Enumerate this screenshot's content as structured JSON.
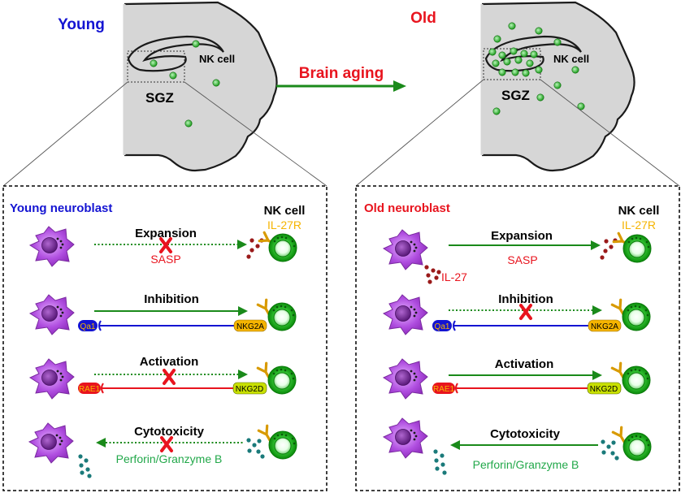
{
  "headers": {
    "young": "Young",
    "old": "Old",
    "arrow_label": "Brain aging"
  },
  "brain_labels": {
    "nk_cell": "NK cell",
    "sgz": "SGZ"
  },
  "panels": {
    "young": {
      "title": "Young neuroblast",
      "nk_title": "NK cell",
      "receptor": "IL-27R",
      "rows": {
        "expansion": {
          "label": "Expansion",
          "sublabel": "SASP"
        },
        "inhibition": {
          "label": "Inhibition",
          "ligand": "Qa1",
          "receptor": "NKG2A"
        },
        "activation": {
          "label": "Activation",
          "ligand": "RAE1",
          "receptor": "NKG2D"
        },
        "cytotoxicity": {
          "label": "Cytotoxicity",
          "sublabel": "Perforin/Granzyme B"
        }
      }
    },
    "old": {
      "title": "Old neuroblast",
      "nk_title": "NK cell",
      "receptor": "IL-27R",
      "ligand_il27": "IL-27",
      "rows": {
        "expansion": {
          "label": "Expansion",
          "sublabel": "SASP"
        },
        "inhibition": {
          "label": "Inhibition",
          "ligand": "Qa1",
          "receptor": "NKG2A"
        },
        "activation": {
          "label": "Activation",
          "ligand": "RAE1",
          "receptor": "NKG2D"
        },
        "cytotoxicity": {
          "label": "Cytotoxicity",
          "sublabel": "Perforin/Granzyme B"
        }
      }
    }
  },
  "colors": {
    "blue": "#1414d2",
    "red": "#e8141e",
    "green": "#1a8a1a",
    "gold": "#f5b400",
    "perforin_green": "#22a84a"
  }
}
